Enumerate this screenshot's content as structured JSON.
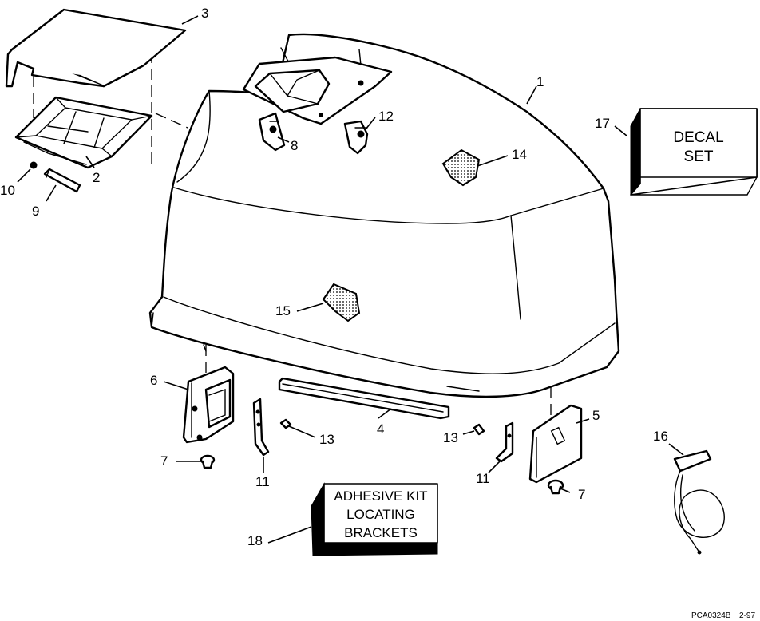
{
  "callouts": {
    "c1": "1",
    "c2": "2",
    "c3": "3",
    "c4": "4",
    "c5": "5",
    "c6": "6",
    "c7a": "7",
    "c7b": "7",
    "c8": "8",
    "c9": "9",
    "c10": "10",
    "c11a": "11",
    "c11b": "11",
    "c12": "12",
    "c13a": "13",
    "c13b": "13",
    "c14": "14",
    "c15": "15",
    "c16": "16",
    "c17": "17",
    "c18": "18"
  },
  "decal_set": {
    "line1": "DECAL",
    "line2": "SET"
  },
  "adhesive_kit": {
    "line1": "ADHESIVE KIT",
    "line2": "LOCATING",
    "line3": "BRACKETS"
  },
  "footer": {
    "drawing_id": "PCA0324B",
    "page": "2-97"
  }
}
